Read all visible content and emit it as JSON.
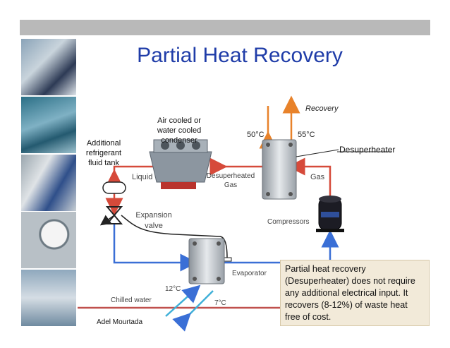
{
  "title": "Partial Heat Recovery",
  "labels": {
    "recovery": "Recovery",
    "temp_50": "50°C",
    "temp_55": "55°C",
    "desuperheater": "Desuperheater",
    "condenser": "Air cooled or water cooled condenser",
    "tank": "Additional refrigerant fluid tank",
    "liquid": "Liquid",
    "desuperheated_gas": "Desuperheated Gas",
    "gas": "Gas",
    "expansion_valve": "Expansion valve",
    "compressors": "Compressors",
    "evaporator": "Evaporator",
    "temp_12": "12°C",
    "temp_7": "7°C",
    "chilled_water": "Chilled water",
    "author": "Adel Mourtada"
  },
  "note": "Partial heat recovery (Desuperheater) does not require any additional electrical input. It recovers (8-12%) of waste heat free of cost.",
  "colors": {
    "title": "#1f3ca8",
    "refrigerant_hot": "#d64a3a",
    "refrigerant_cold": "#3a6fd6",
    "recovery_water": "#e8822a",
    "chilled_water_line": "#c0504d",
    "topbar": "#b9b9b9",
    "note_bg": "#f2ead9"
  }
}
